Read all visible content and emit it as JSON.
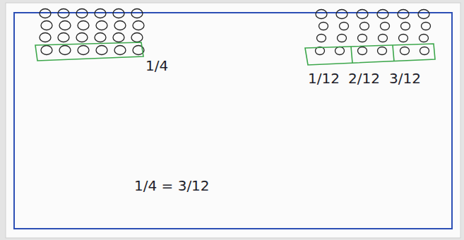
{
  "diagram": {
    "labels": [
      "1/4",
      "1/12",
      "2/12",
      "3/12",
      "1/4 = 3/12"
    ]
  }
}
